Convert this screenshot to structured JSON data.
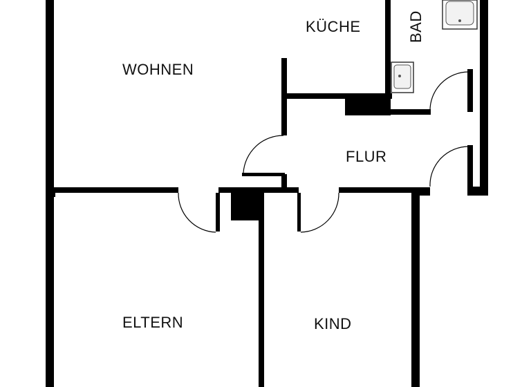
{
  "floorplan": {
    "rooms": [
      {
        "key": "wohnen",
        "label": "WOHNEN"
      },
      {
        "key": "kueche",
        "label": "KÜCHE"
      },
      {
        "key": "bad",
        "label": "BAD"
      },
      {
        "key": "flur",
        "label": "FLUR"
      },
      {
        "key": "eltern",
        "label": "ELTERN"
      },
      {
        "key": "kind",
        "label": "KIND"
      }
    ],
    "colors": {
      "wall": "#000000",
      "background": "#ffffff",
      "label": "#111111"
    },
    "fixtures": [
      "bathtub-icon",
      "washbasin-icon"
    ]
  }
}
